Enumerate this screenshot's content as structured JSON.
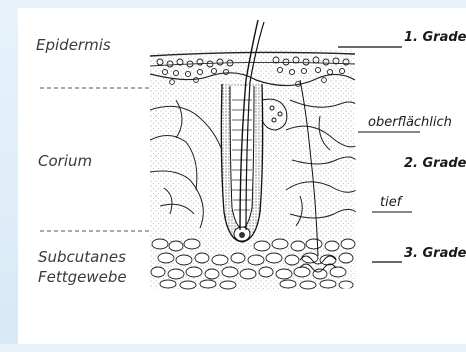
{
  "layers": {
    "epidermis": "Epidermis",
    "corium": "Corium",
    "subcutis_line1": "Subcutanes",
    "subcutis_line2": "Fettgewebe"
  },
  "grades": {
    "grade1": "1. Grade",
    "grade2": "2. Grade",
    "grade3": "3. Grade"
  },
  "depths": {
    "superficial": "oberflächlich",
    "deep": "tief"
  },
  "colors": {
    "frame": "#e6f1fa",
    "ink": "#1a1a1a",
    "label_text": "#3a3a3a"
  }
}
